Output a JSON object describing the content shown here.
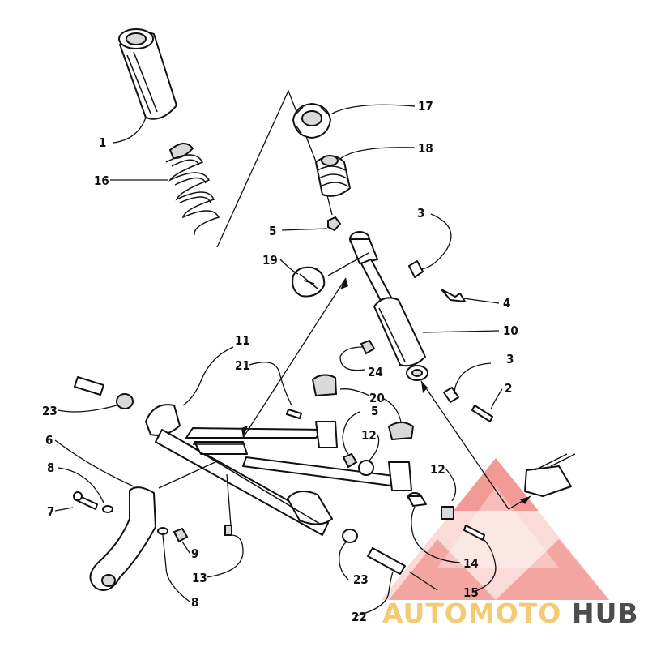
{
  "callouts": {
    "c1": "1",
    "c16": "16",
    "c17": "17",
    "c18": "18",
    "c3a": "3",
    "c5a": "5",
    "c19": "19",
    "c4": "4",
    "c10": "10",
    "c11": "11",
    "c3b": "3",
    "c21": "21",
    "c24": "24",
    "c2": "2",
    "c20": "20",
    "c23a": "23",
    "c5b": "5",
    "c6": "6",
    "c12a": "12",
    "c8a": "8",
    "c12b": "12",
    "c7": "7",
    "c14": "14",
    "c9": "9",
    "c15": "15",
    "c13": "13",
    "c23b": "23",
    "c8b": "8",
    "c22": "22"
  },
  "watermark": {
    "brand_part1": "AUTOMOTO",
    "brand_part2": "HUB",
    "color_main": "#e9534f",
    "color_light": "#f6bfb8",
    "color_gold": "#f2c35a",
    "color_dark": "#3a3a3a"
  }
}
